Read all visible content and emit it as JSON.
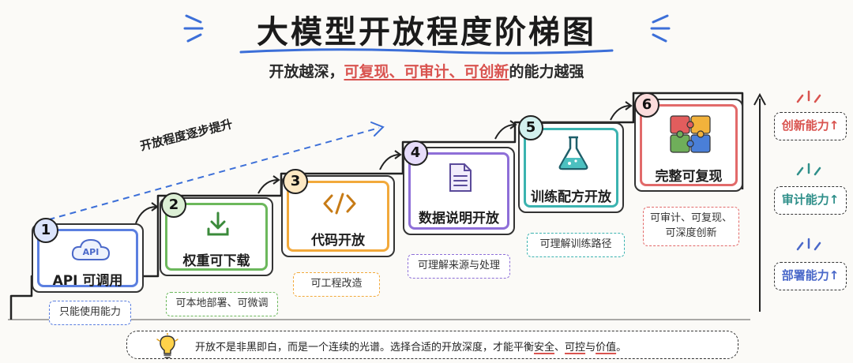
{
  "title": "大模型开放程度阶梯图",
  "subtitle": {
    "part1": "开放越深，",
    "part2": "可复现、可审计、可创新",
    "part3": "的能力越强"
  },
  "trend_label": "开放程度逐步提升",
  "steps": [
    {
      "number": "1",
      "title": "API 可调用",
      "icon_text": "API",
      "icon": "cloud-icon",
      "note": "只能使用能力",
      "color": "#5b7fe0"
    },
    {
      "number": "2",
      "title": "权重可下载",
      "icon": "download-icon",
      "note": "可本地部署、可微调",
      "color": "#6cb85c"
    },
    {
      "number": "3",
      "title": "代码开放",
      "icon": "code-icon",
      "note": "可工程改造",
      "color": "#f2a93b"
    },
    {
      "number": "4",
      "title": "数据说明开放",
      "icon": "document-icon",
      "note": "可理解来源与处理",
      "color": "#8e6fd8"
    },
    {
      "number": "5",
      "title": "训练配方开放",
      "icon": "flask-icon",
      "note": "可理解训练路径",
      "color": "#3bb3b0"
    },
    {
      "number": "6",
      "title": "完整可复现",
      "icon": "puzzle-icon",
      "note": "可审计、可复现、可深度创新",
      "note_lines": [
        "可审计、可复现、",
        "可深度创新"
      ],
      "color": "#e26a6a"
    }
  ],
  "side_labels": [
    {
      "label": "创新能力↑",
      "color": "#d9534f"
    },
    {
      "label": "审计能力↑",
      "color": "#2f8f8a"
    },
    {
      "label": "部署能力↑",
      "color": "#4a68c9"
    }
  ],
  "bottom_note": {
    "part1": "开放不是非黑即白，而是一个连续的光谱。选择合适的开放深度，才能平衡",
    "safe": "安全",
    "sep1": "、",
    "control": "可控",
    "sep2": "与",
    "value": "价值",
    "end": "。"
  }
}
